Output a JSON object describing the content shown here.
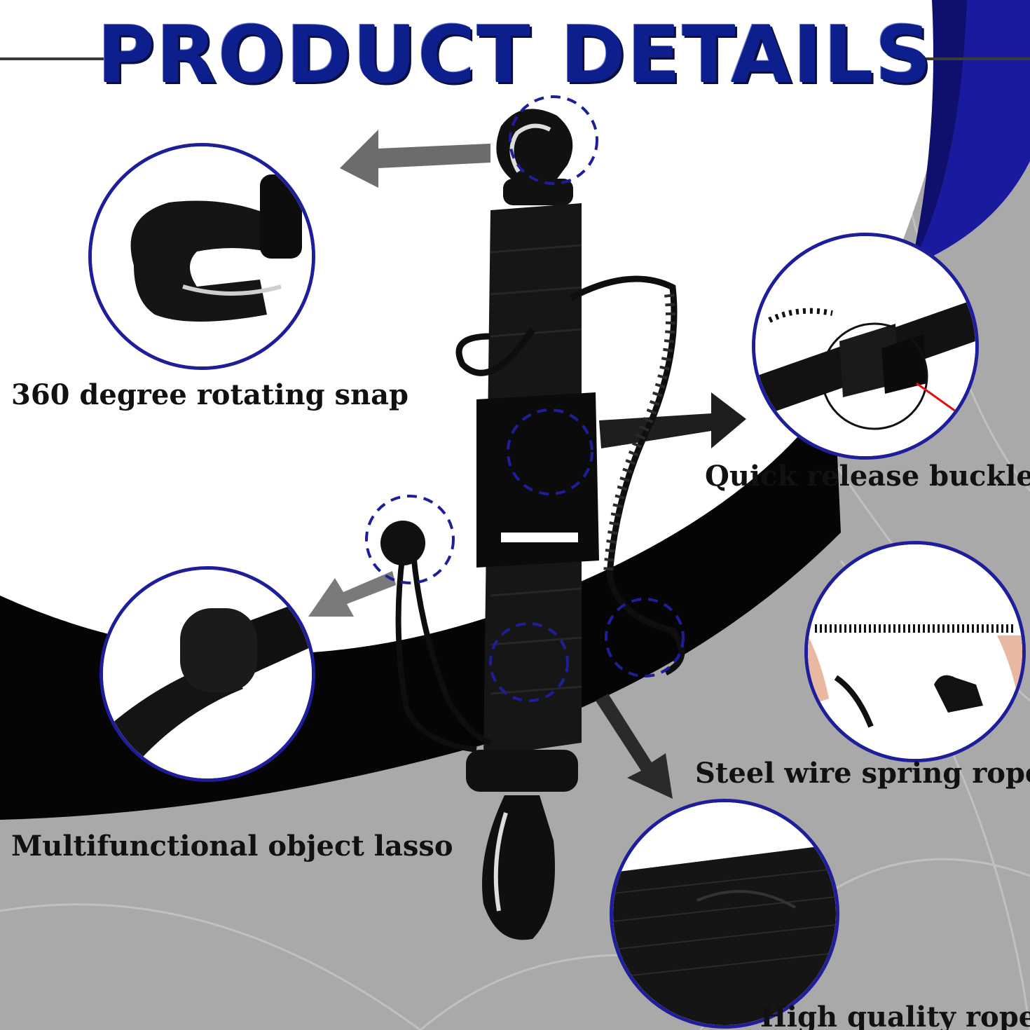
{
  "title": "PRODUCT DETAILS",
  "colors": {
    "accent": "#1e1e9a",
    "title": "#0d1f8c",
    "background": "#a8a8a8"
  },
  "features": [
    {
      "label": "360 degree rotating snap"
    },
    {
      "label": "Quick release buckle"
    },
    {
      "label": "Multifunctional object lasso"
    },
    {
      "label": "Steel wire spring rope"
    },
    {
      "label": "High quality ropes"
    }
  ]
}
